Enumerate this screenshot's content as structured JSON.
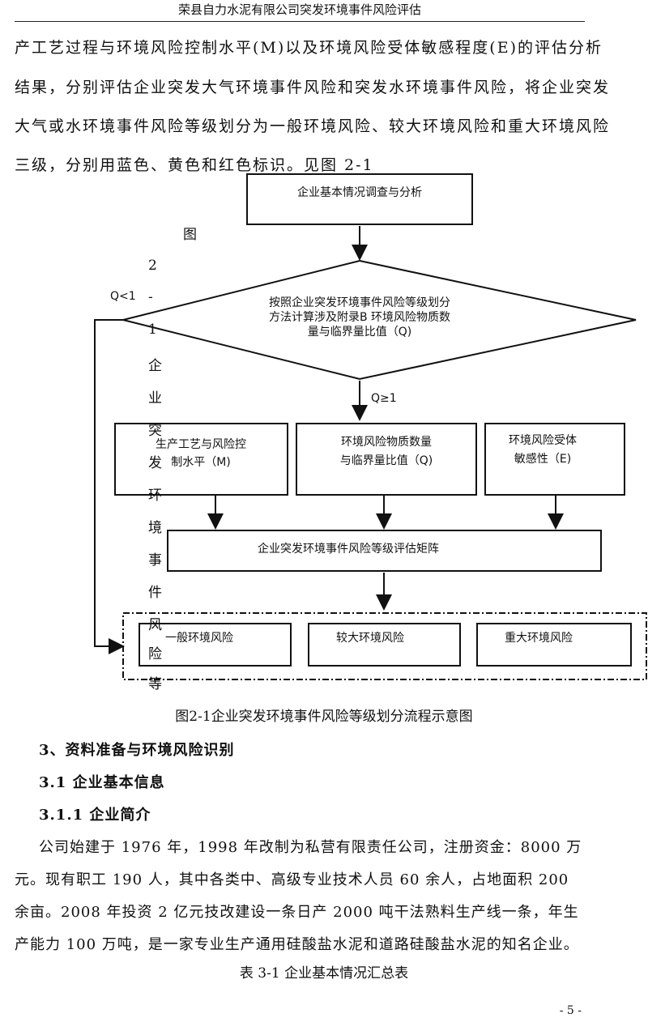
{
  "header": {
    "title": "荣县自力水泥有限公司突发环境事件风险评估"
  },
  "intro": [
    "产工艺过程与环境风险控制水平(M)以及环境风险受体敏感程度(E)的评估分析",
    "结果，分别评估企业突发大气环境事件风险和突发水环境事件风险，将企业突发",
    "大气或水环境事件风险等级划分为一般环境风险、较大环境风险和重大环境风险",
    "三级，分别用蓝色、黄色和红色标识。见图 2-1"
  ],
  "flowchart": {
    "top_box": "企业基本情况调查与分析",
    "diamond": [
      "按照企业突发环境事件风险等级划分",
      "方法计算涉及附录B 环境风险物质数",
      "量与临界量比值（Q)"
    ],
    "q_lt": "Q<1",
    "q_ge": "Q≥1",
    "box_m": [
      "生产工艺与风险控",
      "制水平（M)"
    ],
    "box_q": [
      "环境风险物质数量",
      "与临界量比值（Q)"
    ],
    "box_e": [
      "环境风险受体",
      "敏感性（E)"
    ],
    "matrix": "企业突发环境事件风险等级评估矩阵",
    "results": [
      "一般环境风险",
      "较大环境风险",
      "重大环境风险"
    ],
    "vertical_text": [
      "图",
      "2",
      "-",
      "1",
      "企",
      "业",
      "突",
      "发",
      "环",
      "境",
      "事",
      "件",
      "风",
      "险",
      "等"
    ]
  },
  "figure_caption": "图2-1企业突发环境事件风险等级划分流程示意图",
  "section3": "3、资料准备与环境风险识别",
  "section31": "3.1 企业基本信息",
  "section311": "3.1.1 企业简介",
  "body": [
    "公司始建于 1976 年，1998 年改制为私营有限责任公司，注册资金：8000 万",
    "元。现有职工 190 人，其中各类中、高级专业技术人员 60 余人，占地面积 200",
    "余亩。2008 年投资 2 亿元技改建设一条日产 2000 吨干法熟料生产线一条，年生",
    "产能力 100 万吨，是一家专业生产通用硅酸盐水泥和道路硅酸盐水泥的知名企业。"
  ],
  "table_caption": "表 3-1 企业基本情况汇总表",
  "page_number": "- 5 -"
}
